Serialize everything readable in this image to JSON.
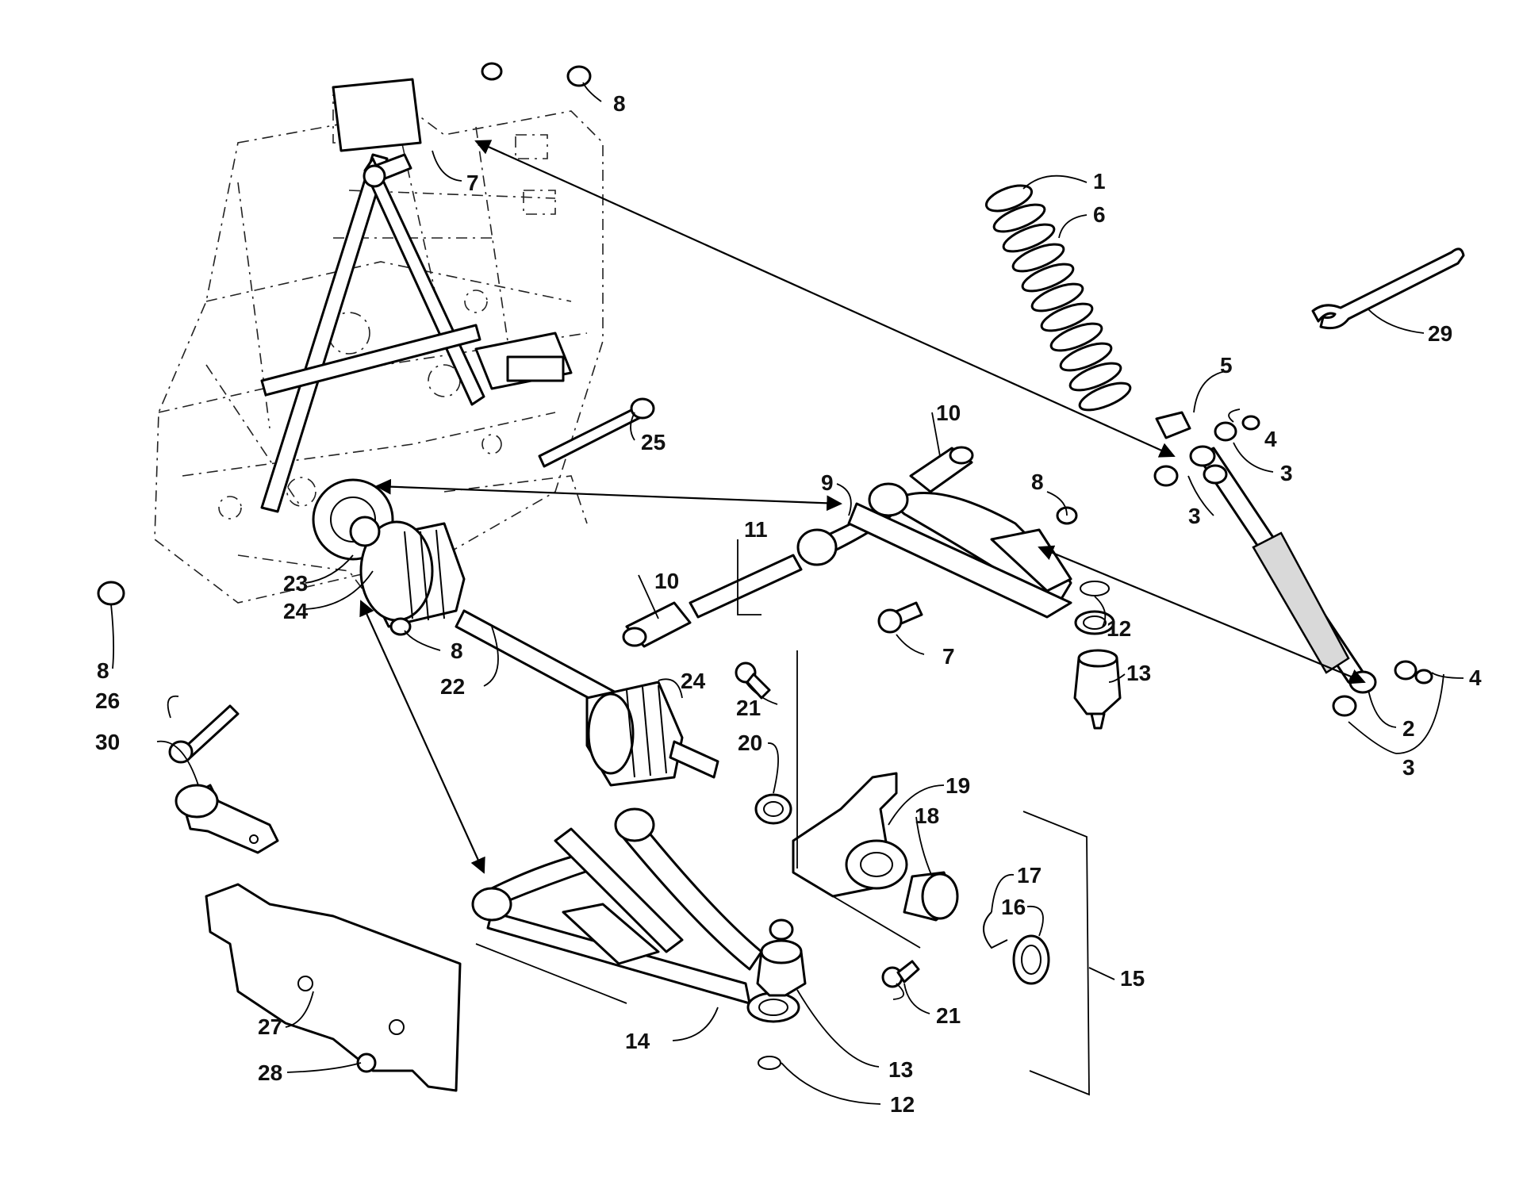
{
  "callouts": [
    {
      "id": "lbl-1",
      "text": "1"
    },
    {
      "id": "lbl-6",
      "text": "6"
    },
    {
      "id": "lbl-29",
      "text": "29"
    },
    {
      "id": "lbl-5",
      "text": "5"
    },
    {
      "id": "lbl-4a",
      "text": "4"
    },
    {
      "id": "lbl-3a",
      "text": "3"
    },
    {
      "id": "lbl-3b",
      "text": "3"
    },
    {
      "id": "lbl-4b",
      "text": "4"
    },
    {
      "id": "lbl-2",
      "text": "2"
    },
    {
      "id": "lbl-3c",
      "text": "3"
    },
    {
      "id": "lbl-8a",
      "text": "8"
    },
    {
      "id": "lbl-7a",
      "text": "7"
    },
    {
      "id": "lbl-25",
      "text": "25"
    },
    {
      "id": "lbl-10a",
      "text": "10"
    },
    {
      "id": "lbl-9",
      "text": "9"
    },
    {
      "id": "lbl-8b",
      "text": "8"
    },
    {
      "id": "lbl-11",
      "text": "11"
    },
    {
      "id": "lbl-10b",
      "text": "10"
    },
    {
      "id": "lbl-12a",
      "text": "12"
    },
    {
      "id": "lbl-7b",
      "text": "7"
    },
    {
      "id": "lbl-13a",
      "text": "13"
    },
    {
      "id": "lbl-23",
      "text": "23"
    },
    {
      "id": "lbl-24a",
      "text": "24"
    },
    {
      "id": "lbl-8c",
      "text": "8"
    },
    {
      "id": "lbl-8d",
      "text": "8"
    },
    {
      "id": "lbl-22",
      "text": "22"
    },
    {
      "id": "lbl-24b",
      "text": "24"
    },
    {
      "id": "lbl-21a",
      "text": "21"
    },
    {
      "id": "lbl-26",
      "text": "26"
    },
    {
      "id": "lbl-30",
      "text": "30"
    },
    {
      "id": "lbl-20",
      "text": "20"
    },
    {
      "id": "lbl-19",
      "text": "19"
    },
    {
      "id": "lbl-18",
      "text": "18"
    },
    {
      "id": "lbl-17",
      "text": "17"
    },
    {
      "id": "lbl-16",
      "text": "16"
    },
    {
      "id": "lbl-15",
      "text": "15"
    },
    {
      "id": "lbl-21b",
      "text": "21"
    },
    {
      "id": "lbl-13b",
      "text": "13"
    },
    {
      "id": "lbl-14",
      "text": "14"
    },
    {
      "id": "lbl-12b",
      "text": "12"
    },
    {
      "id": "lbl-27",
      "text": "27"
    },
    {
      "id": "lbl-28",
      "text": "28"
    }
  ]
}
